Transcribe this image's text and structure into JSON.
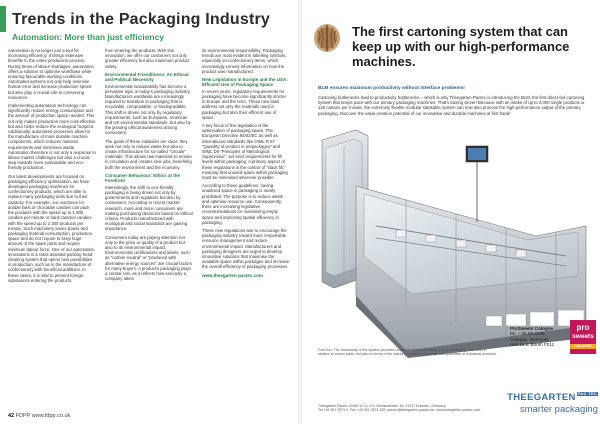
{
  "left_page": {
    "title": "Trends in the Packaging Industry",
    "subtitle": "Automation: More than just efficiency",
    "col1": [
      "Automation is no longer just a tool for increasing efficiency. It brings extensive benefits to the entire production process. During times of labour shortages, automation offers a solution to optimise workflows while ensuring favourable working conditions. Automated systems not only help minimise human error and increase production speed but also play a crucial role in conserving resources.",
      "Implementing automation technology can significantly reduce energy consumption and the amount of production space needed. This not only makes production more cost-effective but also helps reduce the ecological footprint. Additionally, automated processes allow for the manufacture of more durable machine components, which reduces material requirements and minimises waste. Automation therefore is not only a response to labour market challenges but also a crucial step towards more sustainable and eco-friendly production.",
      "Our latest developments are focused on packaging efficiency optimisation, we have developed packaging machines for confectionery products, which are able to replace many packaging units due to their capacity. For example, our machines for double twist of chocolate candies can pack the products with the speed up to 1 800 candies per minute or hard caramel candies with the speed up to 2 300 products per minute. Such machinery saves power and packaging material consumption, production space and do not require to keep huge amount of the spare parts and require minimum labour force. One of our automation innovations is a robot assisted packing head cleaning system that opens new possibilities in production, such as in the manufacture of confectionery with beneficial additives. In these cases, it is vital to prevent foreign substances entering the products,"
    ],
    "col2": {
      "intro": "from entering the products. With this innovation, we offer our customers not only greater efficiency but also maximum product safety.",
      "h1": "Environmental Friendliness: An Ethical and Political Necessity",
      "p1": "Environmental sustainability has become a pervasive topic in today's packaging industry. Manufacturers worldwide are increasingly required to transition to packaging that is recyclable, compostable, or biodegradable. This shift is driven not only by regulatory requirements, such as European, American and UK environmental standards, but also by the growing ethical awareness among consumers.",
      "p2": "The goals of these initiatives are clear: they seek not only to reduce waste but also to create infrastructure for so-called \"circular\" materials. This allows raw materials to remain in circulation and creates new jobs, benefiting both the environment and the economy.",
      "h2": "Consumer Behaviour: Ethics at the Forefront",
      "p3": "Interestingly, the shift to eco-friendly packaging is being driven not only by governments and regulators but also by consumers. According to recent market research, more and more consumers are making purchasing decisions based on ethical criteria. Products manufactured with ecological and social standards are gaining importance.",
      "p4": "Consumers today are paying attention not only to the price or quality of a product but also to its environmental impact. Environmental certifications and labels, such as \"carbon-neutral\" or \"produced with alternative energy sources\" are crucial factors for many buyers. A product's packaging plays a central role, as it reflects how seriously a company takes"
    },
    "col3": {
      "intro": "its environmental responsibility. Packaging trends are most evident in labelling symbols, especially on confectionery items, which increasingly convey information on how the product was manufactured.",
      "h1": "New Legislation in Europe and the USA: Efficient Use of Packaging Space",
      "p1": "In recent years, regulatory requirements for packaging have become significantly stricter in Europe and the USA. These new laws address not only the materials used in packaging but also their efficient use of space.",
      "p2": "A key focus of this legislation is the optimisation of packaging space. The European Directive 94/62/EC as well as international standards like OIML R 87 \"Quantity of product in prepackages\" and OIML D9 \"Principles of Metrological Supervision\", set strict requirements for fill levels within packaging. A primary aspect of these regulations is the control of \"slack fill,\" meaning that unused space within packaging must be minimised wherever possible.",
      "p3": "According to these guidelines, having unutilised space in packaging is nearly prohibited. The purpose is to reduce waste and optimise resource use. Consequently, there are increasing legislative recommendations for maximising empty space and improving spatial efficiency in packaging.",
      "p4": "These new regulations aim to encourage the packaging industry toward more responsible resource management and reduce environmental impact. Manufacturers and packaging designers are urged to develop innovative solutions that maximise the available space within packages and increase the overall efficiency of packaging processes.",
      "url": "www.theegarten-pactec.com"
    },
    "page_number": "42",
    "magazine": "FDPP",
    "magazine_url": "www.fdpp.co.uk"
  },
  "right_page": {
    "icon": "walnut-icon",
    "headline": "The first cartoning system that can keep up with our high-performance machines.",
    "lead": "BLM ensures maximum productivity without interface problems!",
    "body": "Cartoning bottlenecks lead to productivity bottlenecks – which is why Theegarten-Pactec is introducing the BLM, the first direct-fed cartoning system that keeps pace with our primary packaging machines. That's boxing clever! Because with an intake of up to 2,000 single products or 120 cartons per minute, the extremely flexible modular stackable system can now also process the high-performance output of the primary packaging. Discover the value-creation potential of our innovative and durable machines at first hand!",
    "caption_title": "Fold box:",
    "caption": "The modularity of the system provides maximum format flexibility during processing – not only in relation to carton sizes, but also in terms of the stacking variants, groupings and quantities of individual products.",
    "event": {
      "name": "ProSweets Cologne",
      "dates": "02. – 05.02.2025",
      "city": "Cologne, Germany",
      "booth": "Hall 10.1, Booth F011",
      "logo_line1": "pro",
      "logo_line2": "sweets",
      "logo_line3": "COLOGNE"
    },
    "address": "Theegarten-Pactec GmbH & Co. KG, Breitscheidstr. 46, 01237 Dresden, Germany",
    "contact": "Tel +49 351 2573-0, Fax +49 351 2573-329, pactec@theegarten-pactec.de, www.theegarten-pactec.com",
    "brand_name": "THEEGARTEN",
    "brand_pactec": "PAC TEC",
    "brand_tagline": "smarter packaging",
    "colors": {
      "brand": "#3a6ea5",
      "accent": "#3a9a5a",
      "event": "#c2185b",
      "event_band": "#f5a623"
    }
  }
}
